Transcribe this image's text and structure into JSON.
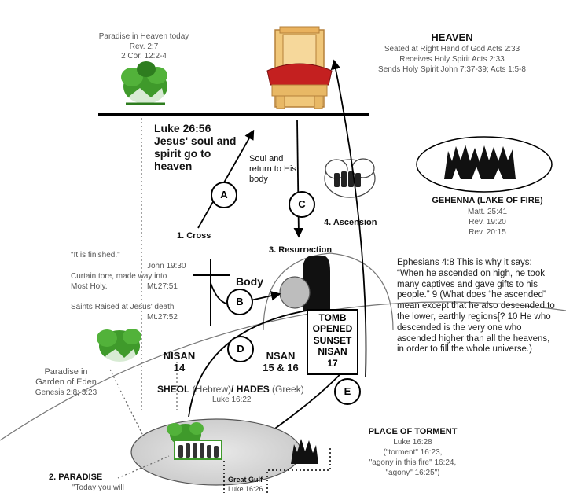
{
  "paradise_heaven": {
    "title": "Paradise in Heaven today",
    "ref1": "Rev. 2:7",
    "ref2": "2 Cor. 12:2-4"
  },
  "heaven": {
    "title": "HEAVEN",
    "line1": "Seated at Right Hand of God Acts 2:33",
    "line2": "Receives Holy Spirit  Acts 2:33",
    "line3": "Sends Holy Spirit John 7:37-39; Acts 1:5-8"
  },
  "luke_note": {
    "text": "Luke 26:56 Jesus' soul and spirit go to heaven"
  },
  "soul_return": {
    "text": "Soul and return to His body"
  },
  "markers": {
    "a": "A",
    "b": "B",
    "c": "C",
    "d": "D",
    "e": "E"
  },
  "steps": {
    "cross": "1. Cross",
    "resurrection": "3. Resurrection",
    "ascension": "4.  Ascension",
    "paradise": "2. PARADISE"
  },
  "gehenna": {
    "title": "GEHENNA (LAKE OF FIRE)",
    "ref1": "Matt. 25:41",
    "ref2": "Rev. 19:20",
    "ref3": "Rev. 20:15"
  },
  "cross_notes": {
    "finished": "\"It is finished.\"",
    "john": "John 19:30",
    "curtain1": "Curtain tore, made way into",
    "curtain2": "Most Holy.",
    "curtain_ref": "Mt.27:51",
    "saints": "Saints Raised at Jesus' death",
    "saints_ref": "Mt.27:52"
  },
  "body_label": "Body",
  "tomb": {
    "line1": "TOMB",
    "line2": "OPENED",
    "line3": "SUNSET",
    "line4": "NISAN",
    "line5": "17"
  },
  "ephesians": {
    "text": "Ephesians 4:8 This is why it says: “When he ascended on high,  he took many captives and gave gifts to his people.” 9 (What does “he ascended” mean except that he also descended to the lower, earthly regions[? 10 He who descended is the very one who ascended higher than all the heavens, in order to fill the whole universe.)"
  },
  "paradise_eden": {
    "line1": "Paradise in",
    "line2": "Garden of Eden",
    "line3": "Genesis 2:8; 3:23"
  },
  "nisan": {
    "n14a": "NISAN",
    "n14b": "14",
    "n1516a": "NSAN",
    "n1516b": "15 & 16"
  },
  "sheol": {
    "sheol": "SHEOL",
    "hebrew": " (Hebrew)",
    "slash": "/ HADES",
    "greek": " (Greek)",
    "ref": "Luke 16:22"
  },
  "torment": {
    "title": "PLACE OF TORMENT",
    "ref": "Luke 16:28",
    "line1": "(\"torment\" 16:23,",
    "line2": "\"agony in this fire\" 16:24,",
    "line3": "\"agony\" 16:25\")"
  },
  "paradise_quote": "\"Today you will",
  "gulf": {
    "title": "Great Gulf",
    "ref": "Luke 16:26"
  },
  "colors": {
    "tree_green": "#3f9a2b",
    "throne_gold": "#e8b865",
    "throne_red": "#c42020",
    "fire_black": "#111111"
  }
}
